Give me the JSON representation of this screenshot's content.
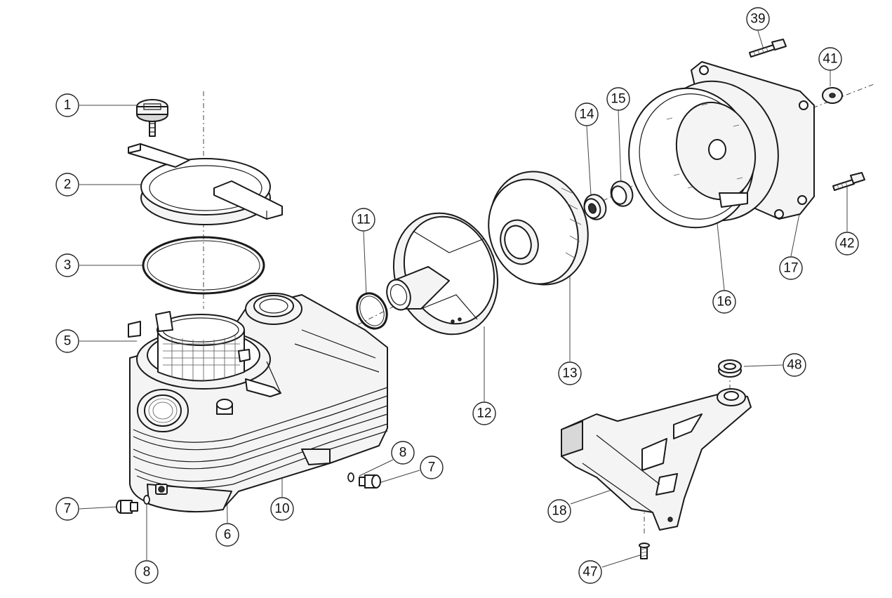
{
  "callouts": [
    {
      "id": "c1",
      "label": "1"
    },
    {
      "id": "c2",
      "label": "2"
    },
    {
      "id": "c3",
      "label": "3"
    },
    {
      "id": "c5",
      "label": "5"
    },
    {
      "id": "c6",
      "label": "6"
    },
    {
      "id": "c7a",
      "label": "7"
    },
    {
      "id": "c7b",
      "label": "7"
    },
    {
      "id": "c8a",
      "label": "8"
    },
    {
      "id": "c8b",
      "label": "8"
    },
    {
      "id": "c10",
      "label": "10"
    },
    {
      "id": "c11",
      "label": "11"
    },
    {
      "id": "c12",
      "label": "12"
    },
    {
      "id": "c13",
      "label": "13"
    },
    {
      "id": "c14",
      "label": "14"
    },
    {
      "id": "c15",
      "label": "15"
    },
    {
      "id": "c16",
      "label": "16"
    },
    {
      "id": "c17",
      "label": "17"
    },
    {
      "id": "c18",
      "label": "18"
    },
    {
      "id": "c39",
      "label": "39"
    },
    {
      "id": "c41",
      "label": "41"
    },
    {
      "id": "c42",
      "label": "42"
    },
    {
      "id": "c47",
      "label": "47"
    },
    {
      "id": "c48",
      "label": "48"
    }
  ]
}
